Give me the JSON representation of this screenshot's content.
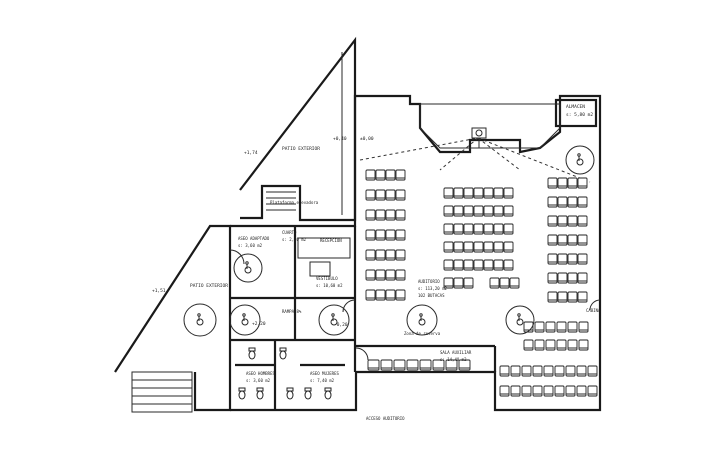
{
  "labels": {
    "patio_exterior_top": "PATIO EXTERIOR",
    "patio_exterior_left": "PATIO EXTERIOR",
    "level_274": "+1,74",
    "level_151": "+1,51",
    "level_040": "+0,40",
    "level_000": "±0,00",
    "level_020": "-0,20",
    "level_220": "+2,20",
    "ramp_note": "Plataforma elevadora",
    "almacen": "ALMACEN",
    "almacen_area": "s: 5,80 m2",
    "aseo_adaptado": "ASEO ADAPTADO",
    "aseo_area": "s: 3,60 m2",
    "cuarto": "CUARTO",
    "cuarto_area": "s: 2,10 m2",
    "recepcion": "RECEPCION",
    "vestibulo": "VESTIBULO",
    "vestibulo_area": "s: 10,60 m2",
    "rampa": "RAMPA 8%",
    "auditorio": "AUDITORIO",
    "auditorio_area": "s: 113,20 m2",
    "auditorio_seats": "102 BUTACAS",
    "reserva_note": "Zona de reserva",
    "sala_auxiliar": "SALA AUXILIAR",
    "sala_area": "s: 14,40 m2",
    "aseo_m": "ASEO HOMBRES",
    "aseo_m_area": "s: 3,60 m2",
    "aseo_f": "ASEO MUJERES",
    "aseo_f_area": "s: 7,40 m2",
    "acceso": "ACCESO AUDITORIO",
    "cabina": "CABINA"
  },
  "icons": [
    "wheelchair-icon",
    "projector-icon",
    "stage-icon",
    "door-swing-icon"
  ]
}
